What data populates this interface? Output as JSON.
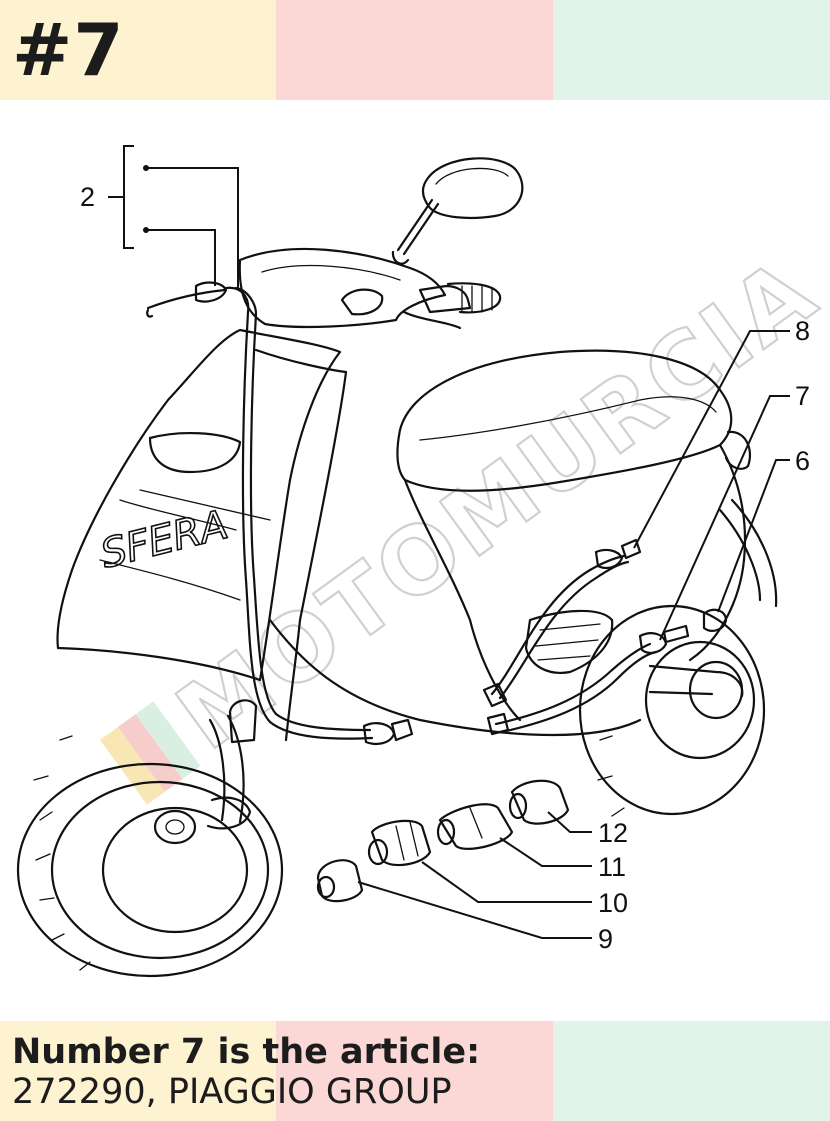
{
  "header": {
    "badge": "#7"
  },
  "caption": {
    "line1": "Number 7 is the article:",
    "line2": "272290, PIAGGIO GROUP"
  },
  "diagram": {
    "callouts": {
      "c2": "2",
      "c6": "6",
      "c7": "7",
      "c8": "8",
      "c9": "9",
      "c10": "10",
      "c11": "11",
      "c12": "12"
    },
    "model_mark": "SFERA"
  },
  "watermark": {
    "text": "MOTOMURCIA"
  },
  "colors": {
    "band_yellow": "#fdf3d0",
    "band_pink": "#fbd8d6",
    "band_mint": "#e2f3ec",
    "ink": "#111111"
  }
}
